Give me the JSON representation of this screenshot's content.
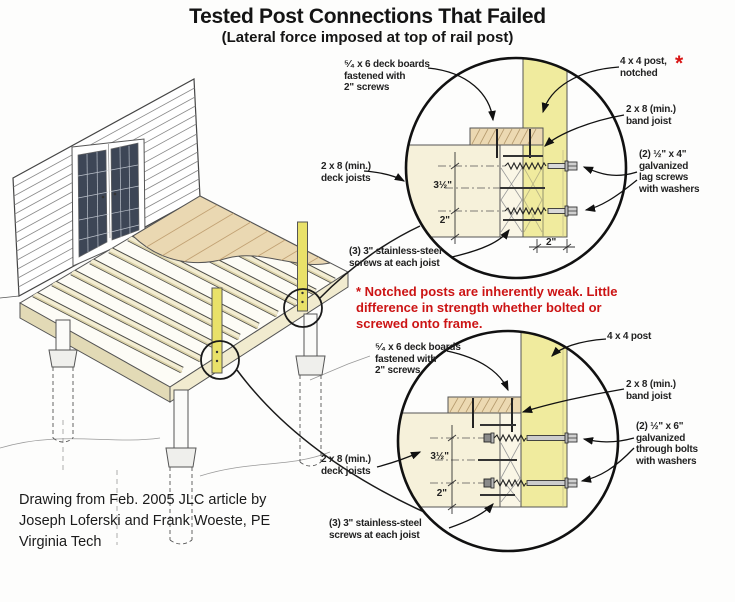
{
  "title": "Tested Post Connections That Failed",
  "subtitle": "(Lateral force imposed at top of rail post)",
  "note": {
    "line1": "* Notched posts are inherently weak. Little",
    "line2": "difference in strength whether bolted or",
    "line3": "screwed onto frame."
  },
  "caption": {
    "line1": "Drawing from Feb. 2005 JLC article by",
    "line2": "Joseph Loferski and Frank Woeste, PE",
    "line3": "Virginia Tech"
  },
  "detail_top": {
    "deck_boards": [
      "⁵⁄₄ x 6 deck boards",
      "fastened with",
      "2\" screws"
    ],
    "post": [
      "4 x 4 post,",
      "notched"
    ],
    "asterisk": "*",
    "band_joist": [
      "2 x 8 (min.)",
      "band joist"
    ],
    "fasteners": [
      "(2) ½\" x 4\"",
      "galvanized",
      "lag screws",
      "with washers"
    ],
    "deck_joists": [
      "2 x 8 (min.)",
      "deck joists"
    ],
    "screws": [
      "(3) 3\" stainless-steel",
      "screws at each joist"
    ],
    "dim_a": "3½\"",
    "dim_b": "2\"",
    "dim_c": "2\""
  },
  "detail_bottom": {
    "deck_boards": [
      "⁵⁄₄ x 6 deck boards",
      "fastened with",
      "2\" screws"
    ],
    "post": [
      "4 x 4 post"
    ],
    "band_joist": [
      "2 x 8 (min.)",
      "band joist"
    ],
    "fasteners": [
      "(2) ½\" x 6\"",
      "galvanized",
      "through bolts",
      "with washers"
    ],
    "deck_joists": [
      "2 x 8 (min.)",
      "deck joists"
    ],
    "screws": [
      "(3) 3\" stainless-steel",
      "screws at each joist"
    ],
    "dim_a": "3½\"",
    "dim_b": "2\""
  },
  "colors": {
    "post_yellow": "#f0eb9e",
    "joist_cream": "#f6f1da",
    "deck_board_tan": "#ecd9b2",
    "note_red": "#cc1414",
    "line_black": "#111111"
  }
}
